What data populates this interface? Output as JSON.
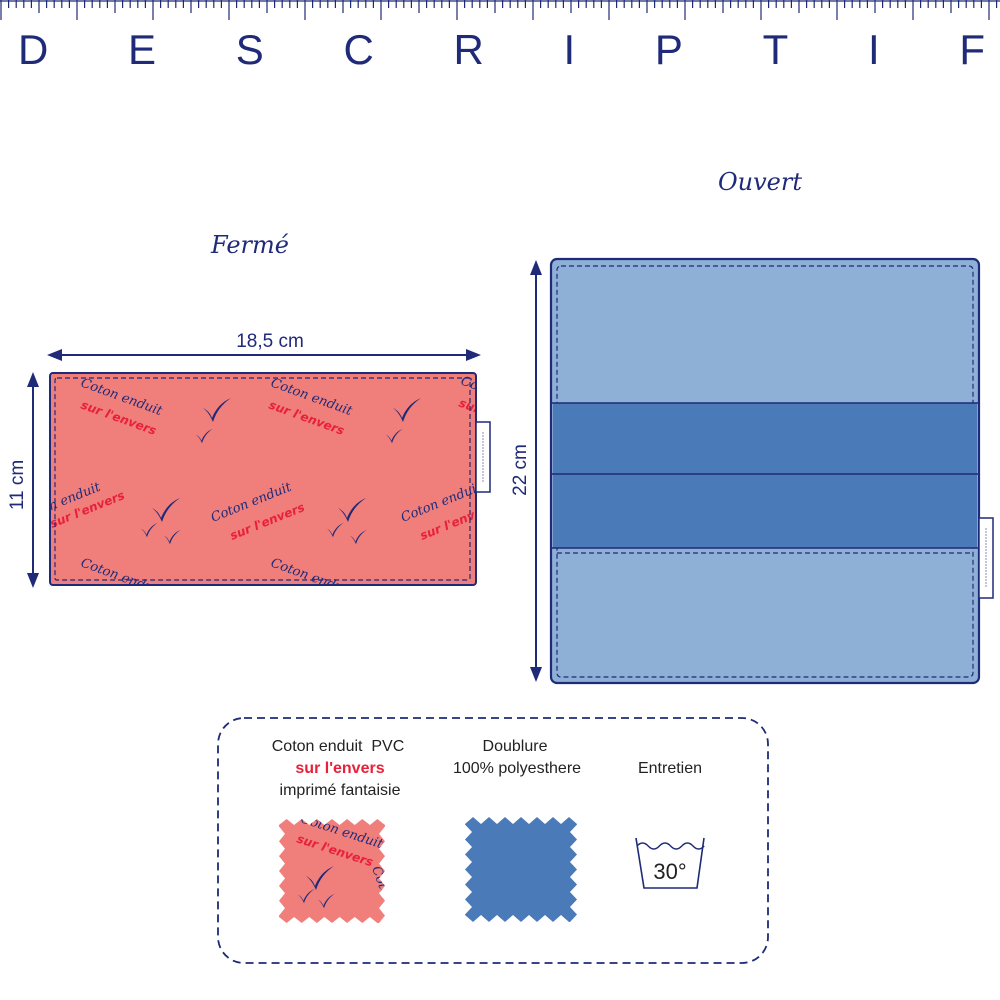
{
  "header": {
    "title": "DESCRIPTIF"
  },
  "closed": {
    "label": "Fermé",
    "width_label": "18,5 cm",
    "height_label": "11 cm"
  },
  "open": {
    "label": "Ouvert",
    "height_label": "22 cm"
  },
  "fabric_print": {
    "line1": "Coton enduit",
    "line2": "sur l'envers"
  },
  "legend": {
    "fabric": {
      "line1": "Coton enduit  PVC",
      "line2": "sur l'envers",
      "line3": "imprimé fantaisie"
    },
    "lining": {
      "line1": "Doublure",
      "line2": "100% polyesthere"
    },
    "care": {
      "title": "Entretien",
      "wash_temp": "30°",
      "icon": "wash-30-icon"
    }
  },
  "colors": {
    "navy": "#1f2a78",
    "salmon": "#f07e7b",
    "light_blue": "#8fb0d6",
    "dark_blue": "#4a7bb8",
    "red": "#e8203a"
  }
}
